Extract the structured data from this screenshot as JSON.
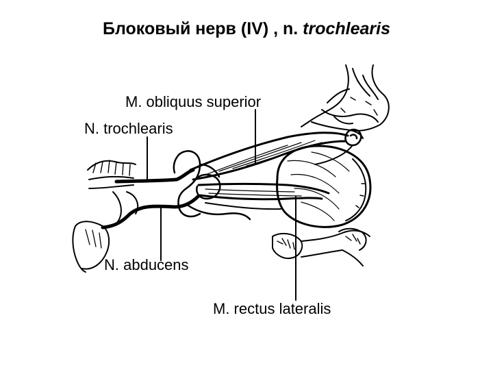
{
  "title": {
    "part1": "Блоковый нерв (IV) , n. ",
    "part2": "trochlearis"
  },
  "labels": {
    "m_obliquus_superior": "M. obliquus superior",
    "n_trochlearis": "N. trochlearis",
    "n_abducens": "N. abducens",
    "m_rectus_lateralis": "M. rectus lateralis"
  },
  "colors": {
    "ink": "#000000",
    "background": "#ffffff"
  }
}
